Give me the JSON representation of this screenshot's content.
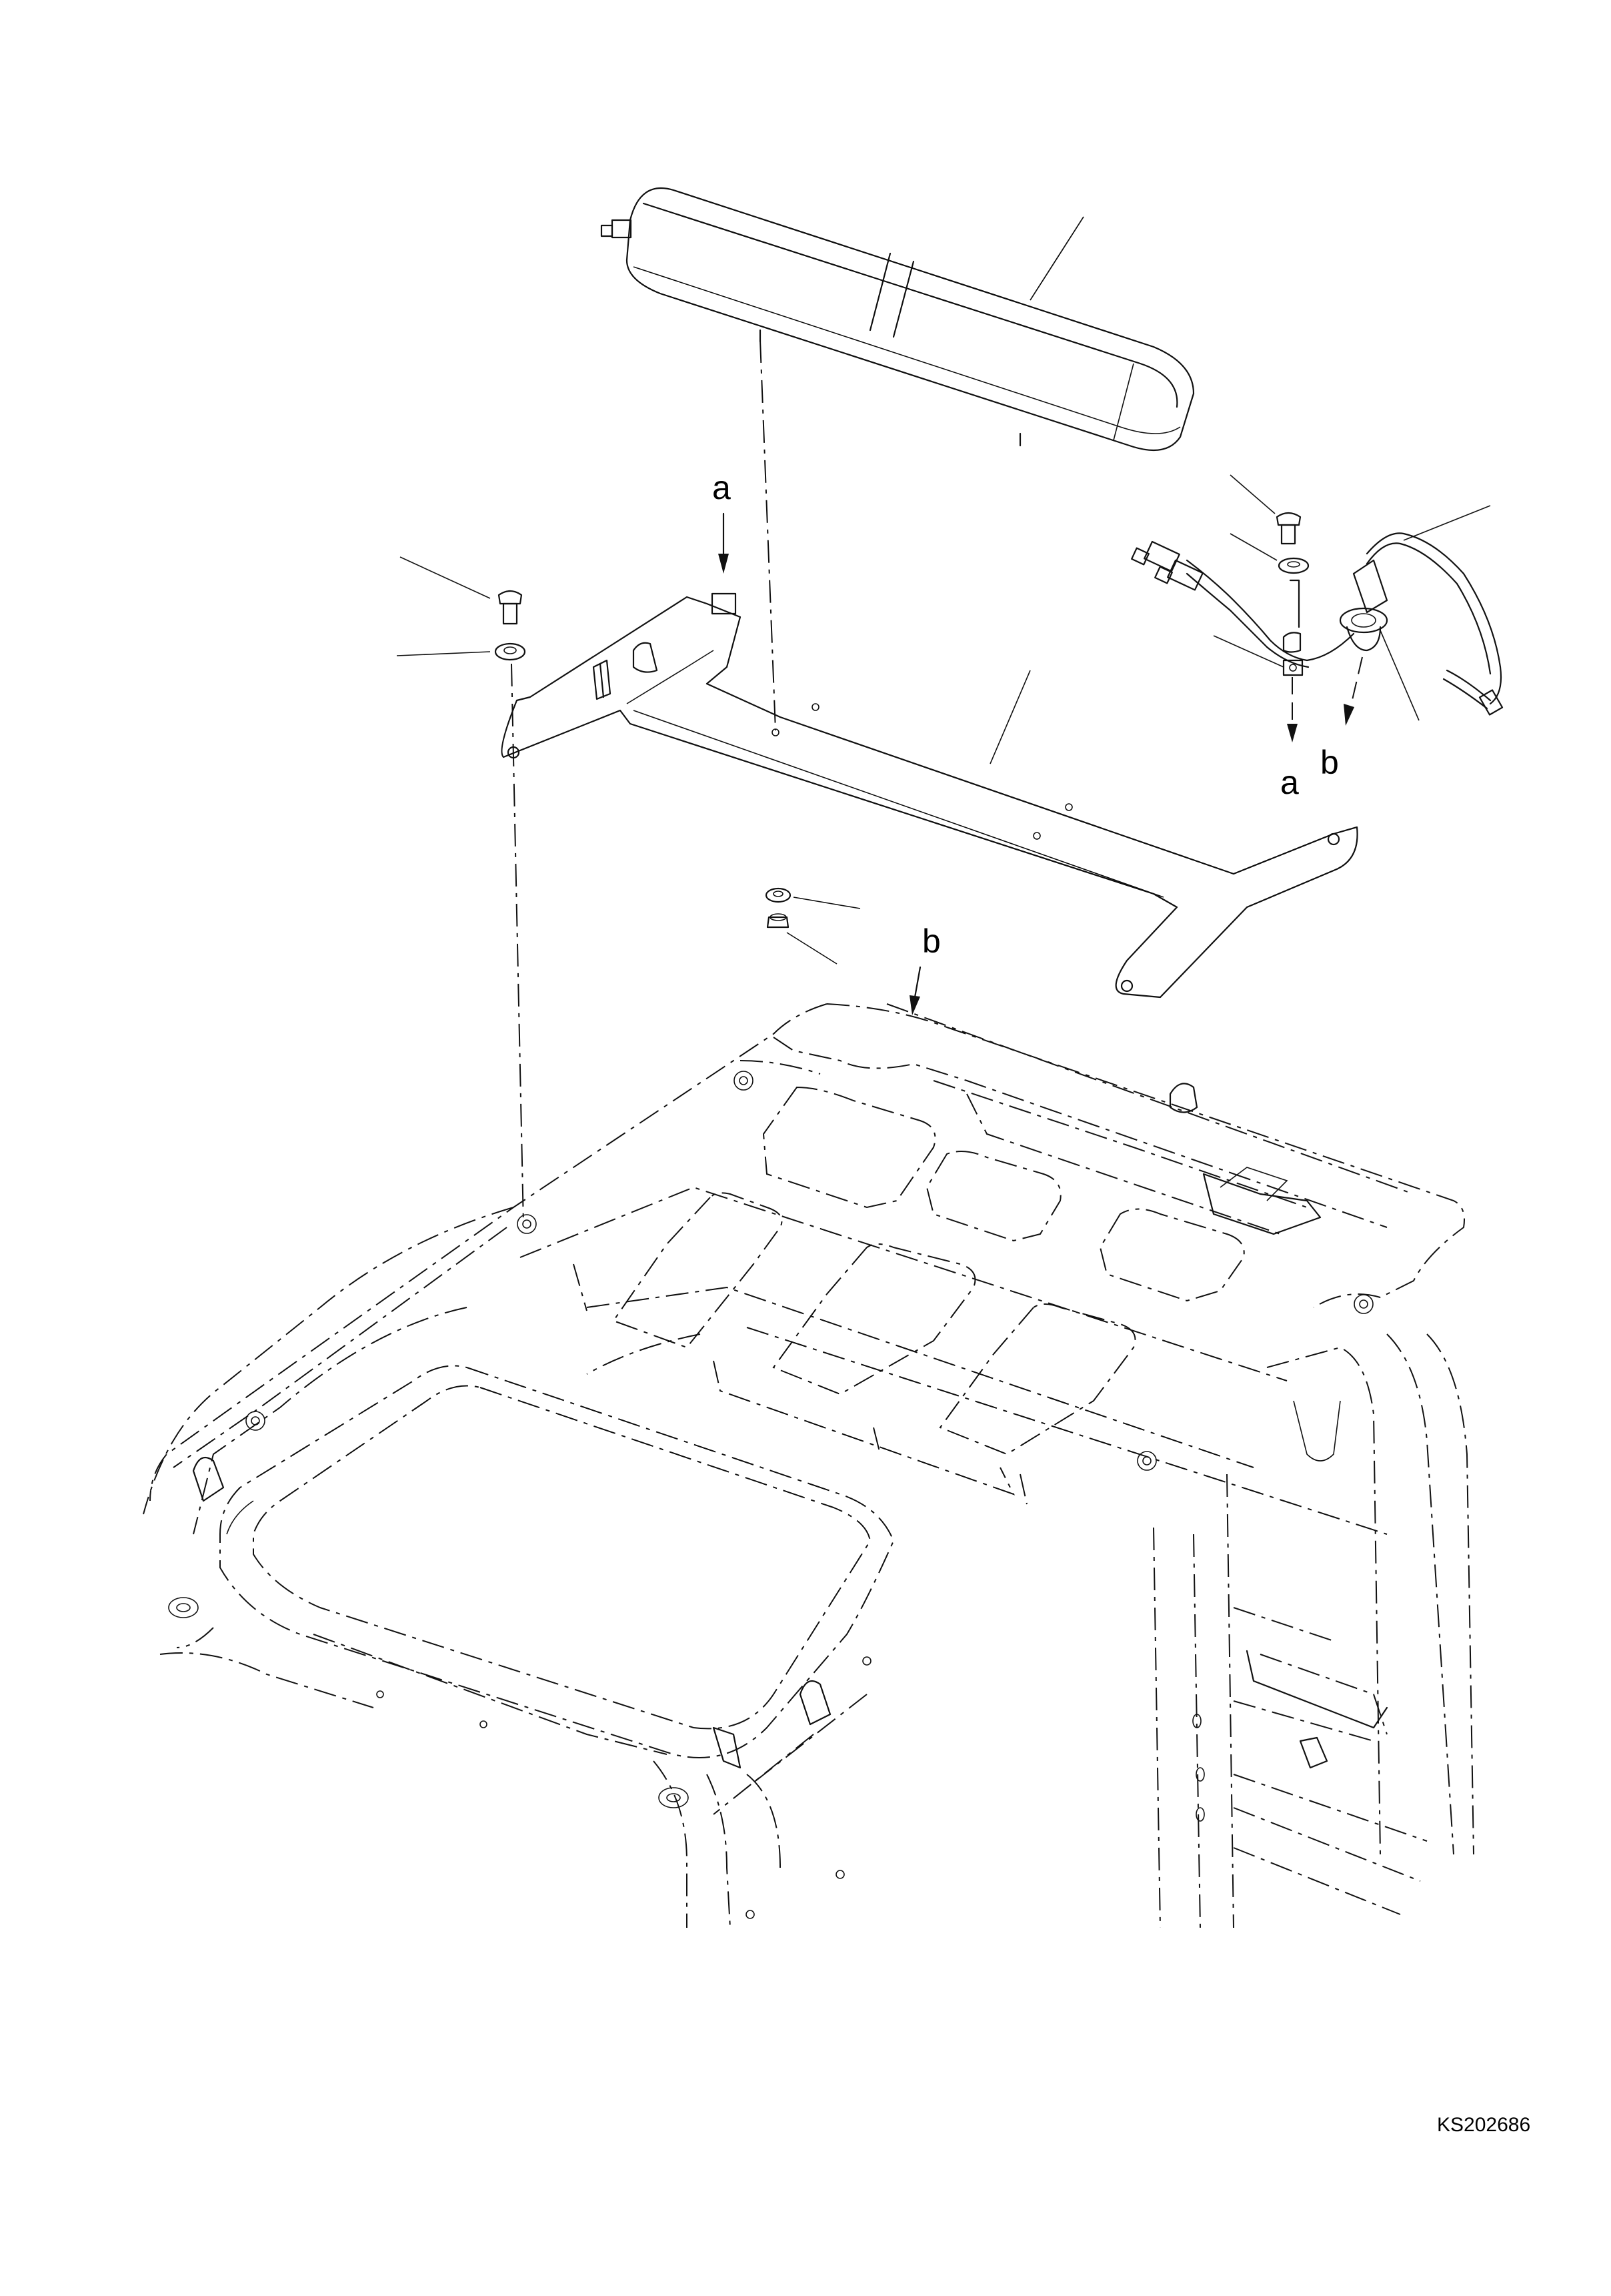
{
  "labels": {
    "a_top": "a",
    "a_wire": "a",
    "b_wire": "b",
    "b_cab": "b"
  },
  "drawing_code": "KS202686"
}
